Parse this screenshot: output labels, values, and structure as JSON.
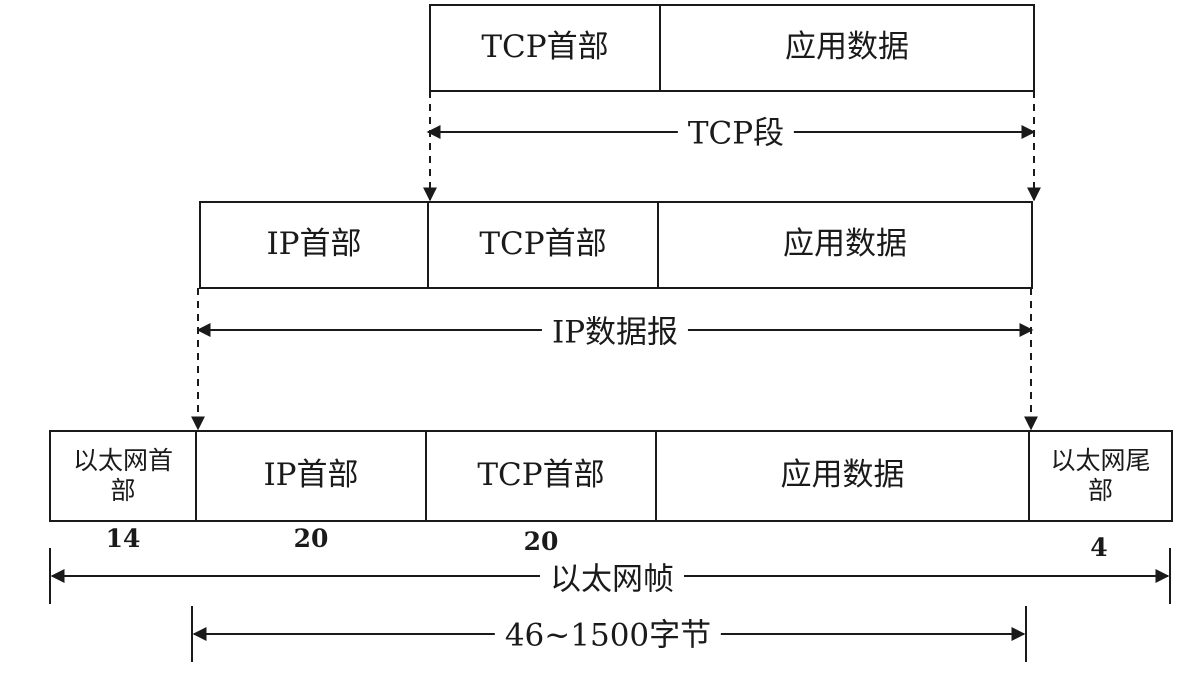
{
  "tcp_segment": {
    "header": "TCP首部",
    "data": "应用数据",
    "label": "TCP段"
  },
  "ip_datagram": {
    "ip_header": "IP首部",
    "tcp_header": "TCP首部",
    "data": "应用数据",
    "label": "IP数据报"
  },
  "ethernet_frame": {
    "eth_header": "以太网首部",
    "ip_header": "IP首部",
    "tcp_header": "TCP首部",
    "data": "应用数据",
    "eth_trailer": "以太网尾部",
    "label": "以太网帧",
    "payload_label": "46~1500字节",
    "sizes": {
      "eth_header": "14",
      "ip_header": "20",
      "tcp_header": "20",
      "eth_trailer": "4"
    }
  }
}
